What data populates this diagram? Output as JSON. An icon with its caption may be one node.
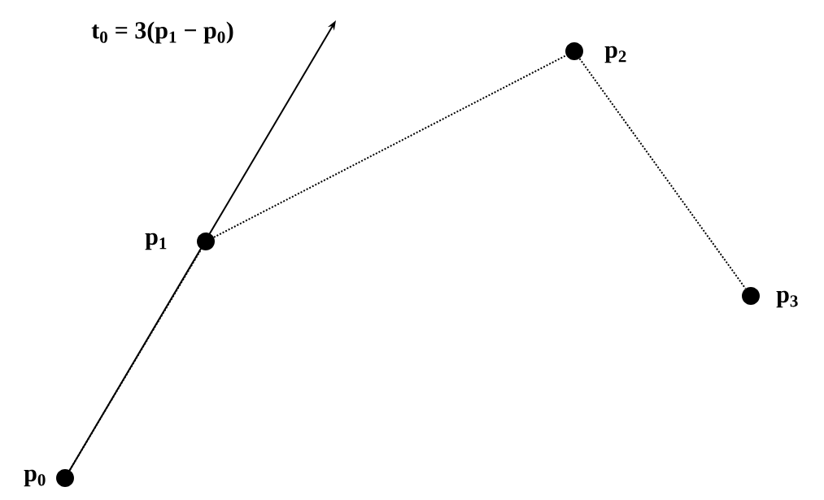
{
  "diagram": {
    "nodes": [
      {
        "text": [],
        "shape": "circle",
        "beside": [
          "p$_{0}$"
        ]
      },
      {
        "text": [],
        "shape": "circle",
        "beside": [
          "p$_{1}$"
        ]
      },
      {
        "text": [],
        "shape": "circle",
        "beside": [
          "p$_{2}$"
        ]
      },
      {
        "text": [],
        "shape": "circle",
        "beside": [
          "p$_{3}$"
        ]
      }
    ],
    "edges": [
      {
        "from": 0,
        "to": 1,
        "arrow": "none",
        "style": "dashed"
      },
      {
        "from": 1,
        "to": 2,
        "arrow": "none",
        "style": "dashed"
      },
      {
        "from": 2,
        "to": 3,
        "arrow": "none",
        "style": "dashed"
      },
      {
        "from": 0,
        "to": null,
        "arrow": "to",
        "label": "t$_{0}$ = 3(p$_{1}$ − p$_{0}$)"
      }
    ]
  }
}
